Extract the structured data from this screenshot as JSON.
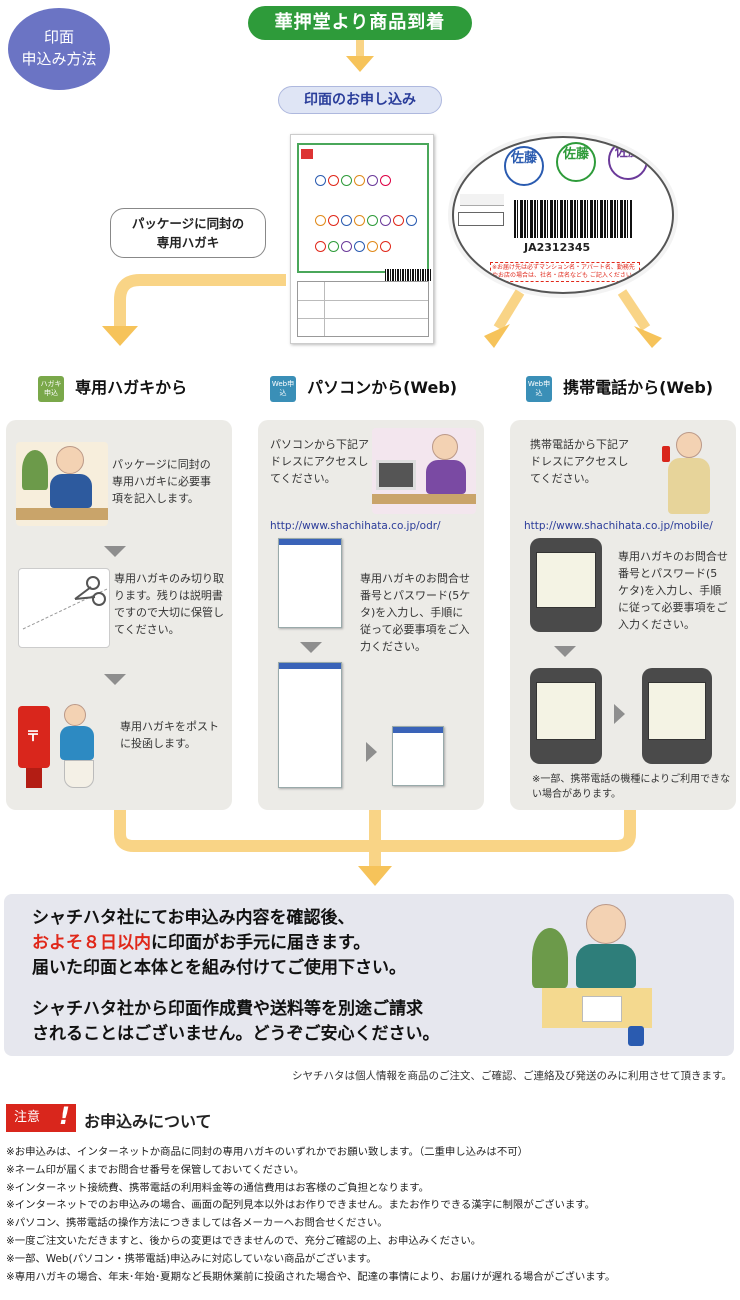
{
  "badge": {
    "label_line1": "印面",
    "label_line2": "申込み方法"
  },
  "arrival": {
    "label": "華押堂より商品到着"
  },
  "apply": {
    "label": "印面のお申し込み"
  },
  "callout": {
    "line1": "パッケージに同封の",
    "line2": "専用ハガキ"
  },
  "zoom": {
    "seals": [
      "佐藤",
      "佐藤",
      "佐藤"
    ],
    "seal_colors": [
      "#2a5bb0",
      "#2e9b3a",
      "#6b3a9a"
    ],
    "barcode_number": "JA2312345",
    "note": "※お届け先は必ずマンション名・アパート名、勤務先やお店の場合は、社名・店名なども ご記入ください。"
  },
  "columns": {
    "hagaki": {
      "icon_text": "ハガキ申込",
      "title": "専用ハガキから",
      "step1": "パッケージに同封の専用ハガキに必要事項を記入します。",
      "step2": "専用ハガキのみ切り取ります。残りは説明書ですので大切に保管してください。",
      "step3": "専用ハガキをポストに投函します。"
    },
    "pc": {
      "icon_text": "Web申込",
      "title": "パソコンから(Web)",
      "intro": "パソコンから下記アドレスにアクセスしてください。",
      "url": "http://www.shachihata.co.jp/odr/",
      "step": "専用ハガキのお問合せ番号とパスワード(5ケタ)を入力し、手順に従って必要事項をご入力ください。"
    },
    "mobile": {
      "icon_text": "Web申込",
      "title": "携帯電話から(Web)",
      "intro": "携帯電話から下記アドレスにアクセスしてください。",
      "url": "http://www.shachihata.co.jp/mobile/",
      "step": "専用ハガキのお問合せ番号とパスワード(5ケタ)を入力し、手順に従って必要事項をご入力ください。",
      "note": "※一部、携帯電話の機種によりご利用できない場合があります。"
    }
  },
  "result": {
    "line1": "シャチハタ社にてお申込み内容を確認後、",
    "line2_red": "およそ８日以内",
    "line2_rest": "に印面がお手元に届きます。",
    "line3": "届いた印面と本体とを組み付けてご使用下さい。",
    "line4": "シャチハタ社から印面作成費や送料等を別途ご請求",
    "line5": "されることはございません。どうぞご安心ください。"
  },
  "privacy": "シヤチハタは個人情報を商品のご注文、ご確認、ご連絡及び発送のみに利用させて頂きます。",
  "notice": {
    "badge": "注意",
    "title": "お申込みについて",
    "items": [
      "※お申込みは、インターネットか商品に同封の専用ハガキのいずれかでお願い致します。（二重申し込みは不可）",
      "※ネーム印が届くまでお問合せ番号を保管しておいてください。",
      "※インターネット接続費、携帯電話の利用料金等の通信費用はお客様のご負担となります。",
      "※インターネットでのお申込みの場合、画面の配列見本以外はお作りできません。またお作りできる漢字に制限がございます。",
      "※パソコン、携帯電話の操作方法につきましては各メーカーへお問合せください。",
      "※一度ご注文いただきますと、後からの変更はできませんので、充分ご確認の上、お申込みください。",
      "※一部、Web(パソコン・携帯電話)申込みに対応していない商品がございます。",
      "※専用ハガキの場合、年末･年始･夏期など長期休業前に投函された場合や、配達の事情により、お届けが遅れる場合がございます。"
    ]
  }
}
